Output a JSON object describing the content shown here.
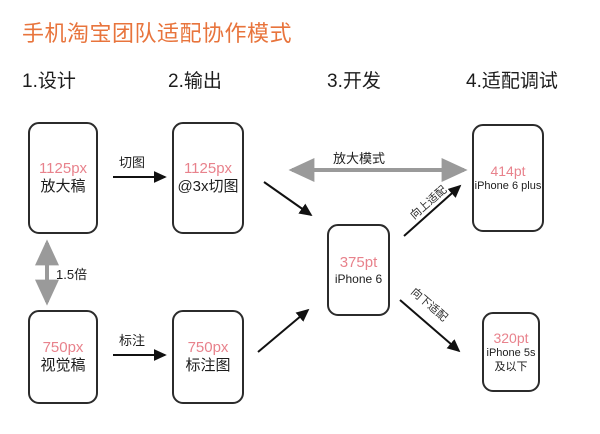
{
  "title": "手机淘宝团队适配协作模式",
  "title_color": "#e8743c",
  "accent_pink": "#e8828c",
  "steps": [
    {
      "label": "1.设计"
    },
    {
      "label": "2.输出"
    },
    {
      "label": "3.开发"
    },
    {
      "label": "4.适配调试"
    }
  ],
  "nodes": {
    "design_large": {
      "value": "1125px",
      "caption": "放大稿"
    },
    "design_visual": {
      "value": "750px",
      "caption": "视觉稿"
    },
    "output_slice": {
      "value": "1125px",
      "caption": "@3x切图"
    },
    "output_spec": {
      "value": "750px",
      "caption": "标注图"
    },
    "dev_iphone6": {
      "value": "375pt",
      "caption": "iPhone 6"
    },
    "adapt_plus": {
      "value": "414pt",
      "caption": "iPhone 6 plus"
    },
    "adapt_5s": {
      "value": "320pt",
      "caption": "iPhone 5s",
      "caption2": "及以下"
    }
  },
  "edges": {
    "slice": "切图",
    "spec": "标注",
    "scale_ratio": "1.5倍",
    "zoom_mode": "放大模式",
    "adapt_up": "向上适配",
    "adapt_down": "向下适配"
  }
}
